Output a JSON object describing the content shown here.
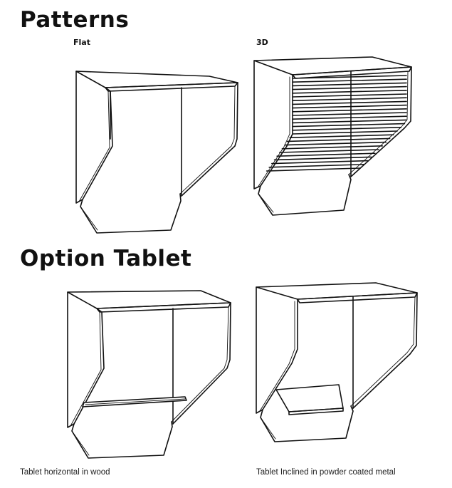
{
  "sections": {
    "patterns": {
      "title": "Patterns",
      "variants": [
        "Flat",
        "3D"
      ]
    },
    "option_tablet": {
      "title": "Option Tablet",
      "captions": [
        "Tablet horizontal in wood",
        "Tablet Inclined in powder coated metal"
      ]
    }
  },
  "colors": {
    "ink": "#111111",
    "background": "#ffffff"
  }
}
